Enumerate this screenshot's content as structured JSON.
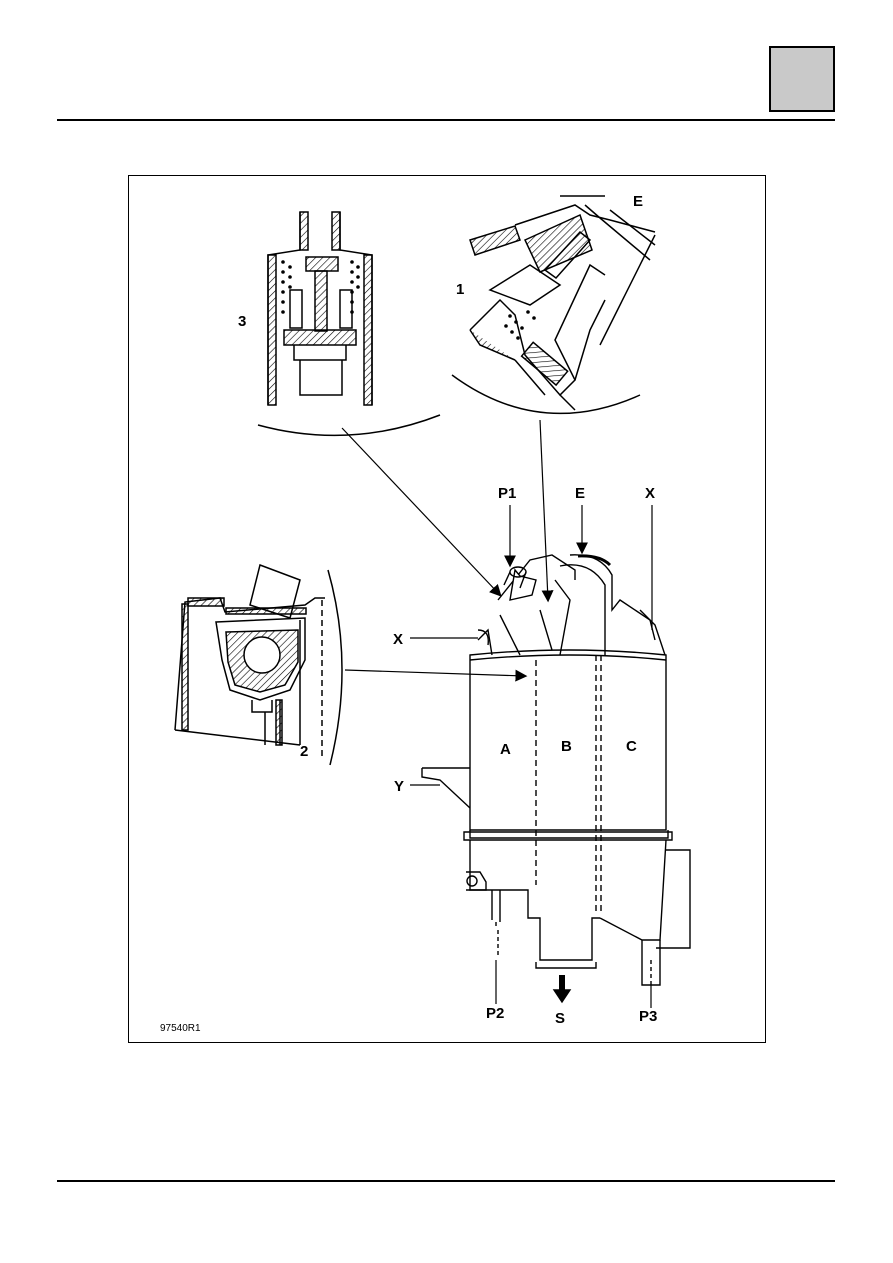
{
  "figure": {
    "reference_code": "97540R1",
    "detail_numbers": [
      "1",
      "2",
      "3"
    ],
    "part_labels": {
      "p1": "P1",
      "e_top": "E",
      "e_detail": "E",
      "x_right": "X",
      "x_left": "X",
      "a": "A",
      "b": "B",
      "c": "C",
      "y": "Y",
      "p2": "P2",
      "s": "S",
      "p3": "P3"
    }
  },
  "colors": {
    "tab_fill": "#c9c9c9",
    "ink": "#000000",
    "page": "#ffffff"
  }
}
